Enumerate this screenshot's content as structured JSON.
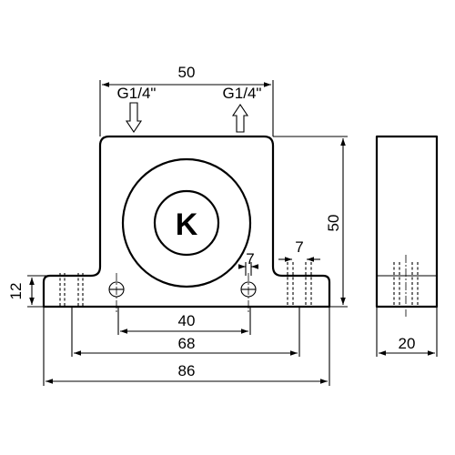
{
  "front_view": {
    "top_width": "50",
    "height": "50",
    "port_inlet": "G1/4\"",
    "port_outlet": "G1/4\"",
    "logo_letter": "K",
    "base_height": "12",
    "slot_width_left": "7",
    "slot_width_right": "7",
    "inner_width": "40",
    "hole_spacing": "68",
    "overall_width": "86"
  },
  "side_view": {
    "depth": "20"
  }
}
